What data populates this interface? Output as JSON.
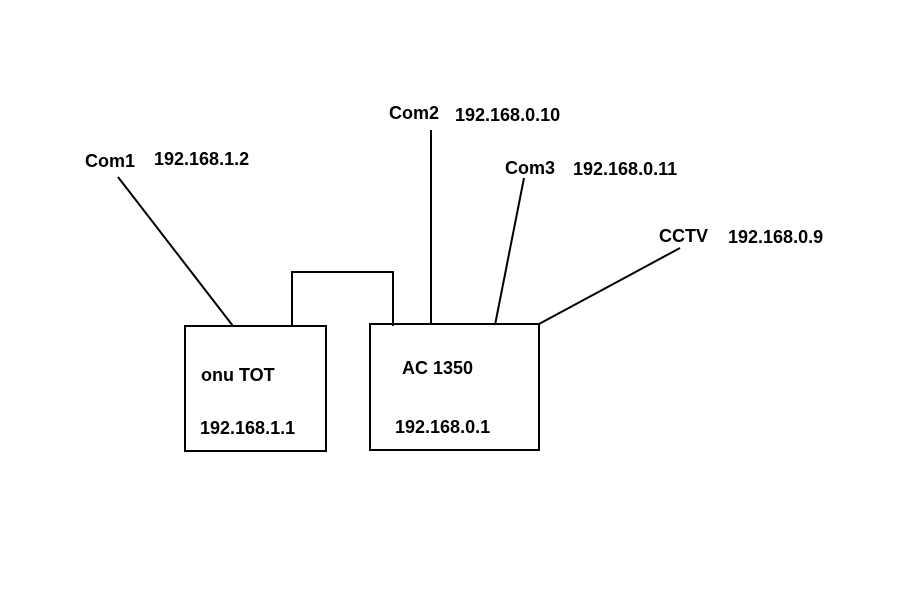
{
  "nodes": {
    "com1": {
      "name": "Com1",
      "ip": "192.168.1.2"
    },
    "com2": {
      "name": "Com2",
      "ip": "192.168.0.10"
    },
    "com3": {
      "name": "Com3",
      "ip": "192.168.0.11"
    },
    "cctv": {
      "name": "CCTV",
      "ip": "192.168.0.9"
    },
    "onu": {
      "name": "onu TOT",
      "ip": "192.168.1.1"
    },
    "router": {
      "name": "AC 1350",
      "ip": "192.168.0.1"
    }
  },
  "colors": {
    "line": "#000000",
    "background": "#ffffff"
  }
}
